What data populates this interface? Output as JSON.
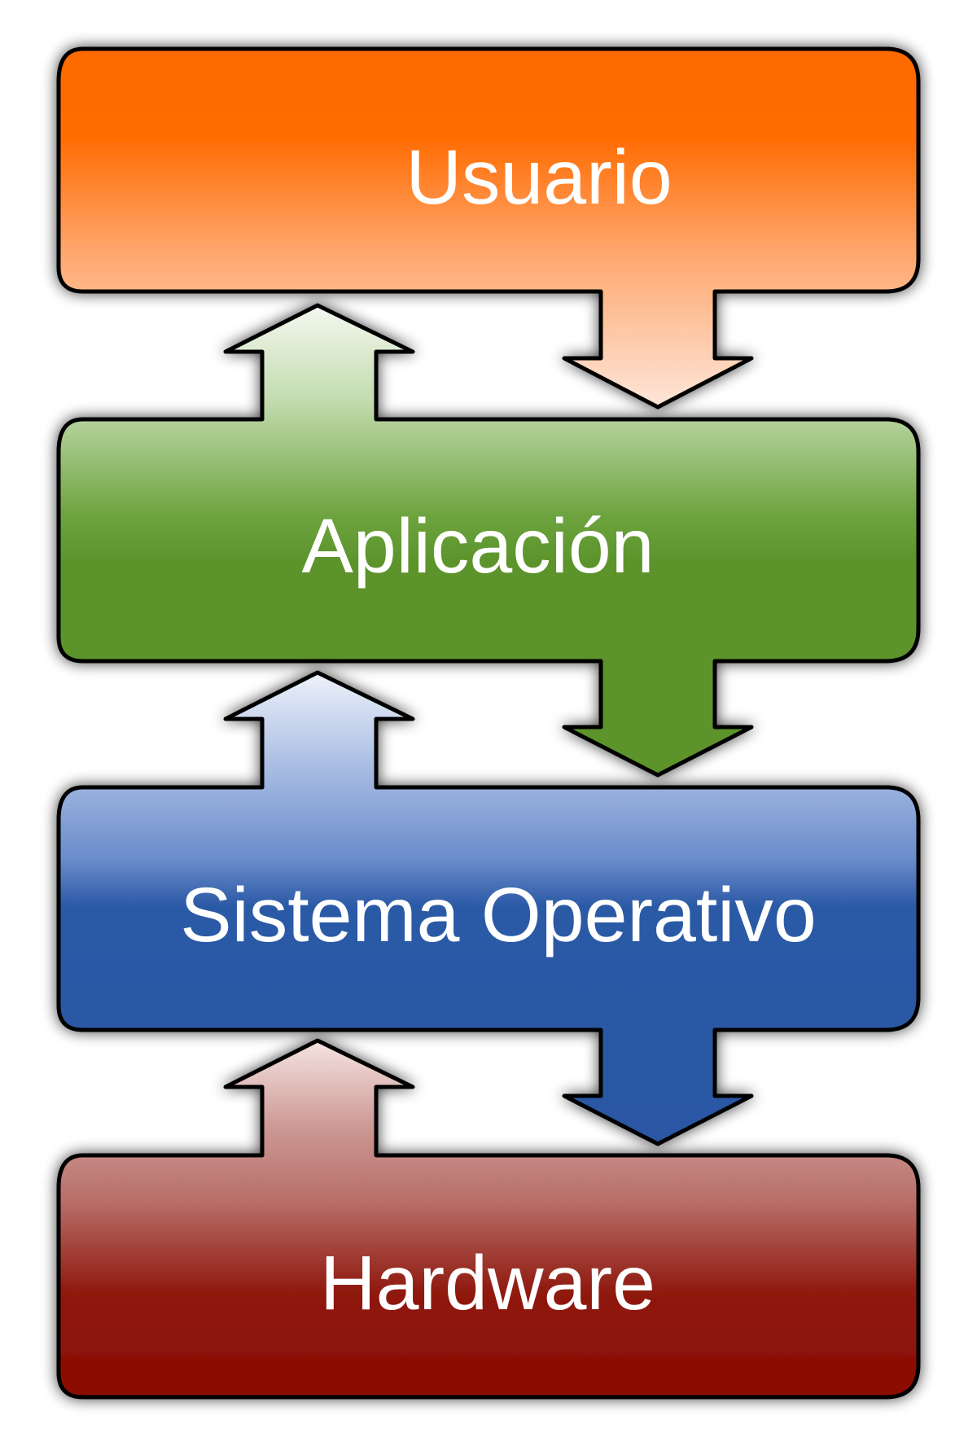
{
  "diagram": {
    "layers": [
      {
        "id": "user",
        "label": "Usuario",
        "color_top": "#ff6a00",
        "color_bottom": "#ffb27c",
        "arrow_color_bottom": "#fde6da"
      },
      {
        "id": "application",
        "label": "Aplicación",
        "color_top": "#a6c98a",
        "color_bottom": "#5b932b",
        "arrow_color_top": "#eef4ea"
      },
      {
        "id": "operating-system",
        "label": "Sistema Operativo",
        "color_top": "#95aedb",
        "color_bottom": "#2957a4",
        "arrow_color_top": "#e8eef8"
      },
      {
        "id": "hardware",
        "label": "Hardware",
        "color_top": "#c98a86",
        "color_bottom": "#8a0b00",
        "arrow_color_top": "#f2e0df"
      }
    ]
  }
}
